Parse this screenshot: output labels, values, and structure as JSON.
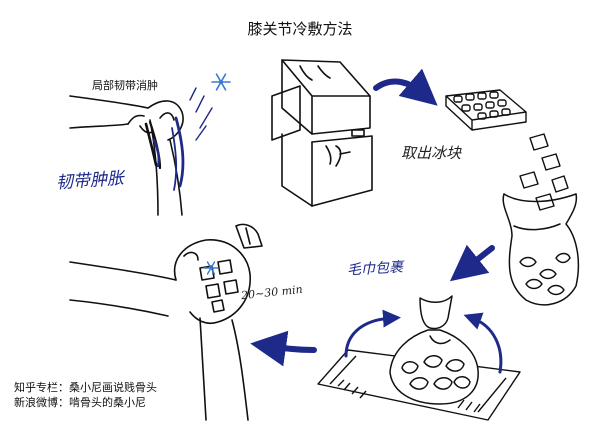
{
  "title": "膝关节冷敷方法",
  "labels": {
    "ligament_reduce_swelling": "局部韧带消肿",
    "ligament_swelling": "韧带肿胀",
    "take_out_ice": "取出冰块",
    "towel_wrap": "毛巾包裹",
    "duration": "20~30 min"
  },
  "credits": {
    "zhihu": "知乎专栏：桑小尼画说贱骨头",
    "weibo": "新浪微博：啃骨头的桑小尼"
  },
  "colors": {
    "ink": "#111111",
    "accent_blue": "#1e2a8a",
    "snowflake": "#3a7bd5"
  },
  "icons": [
    "snowflake-icon",
    "freezer-icon",
    "ice-tray-icon",
    "ice-cube-icon",
    "ice-bag-icon",
    "towel-icon",
    "knee-icon",
    "flow-arrow-icon"
  ]
}
